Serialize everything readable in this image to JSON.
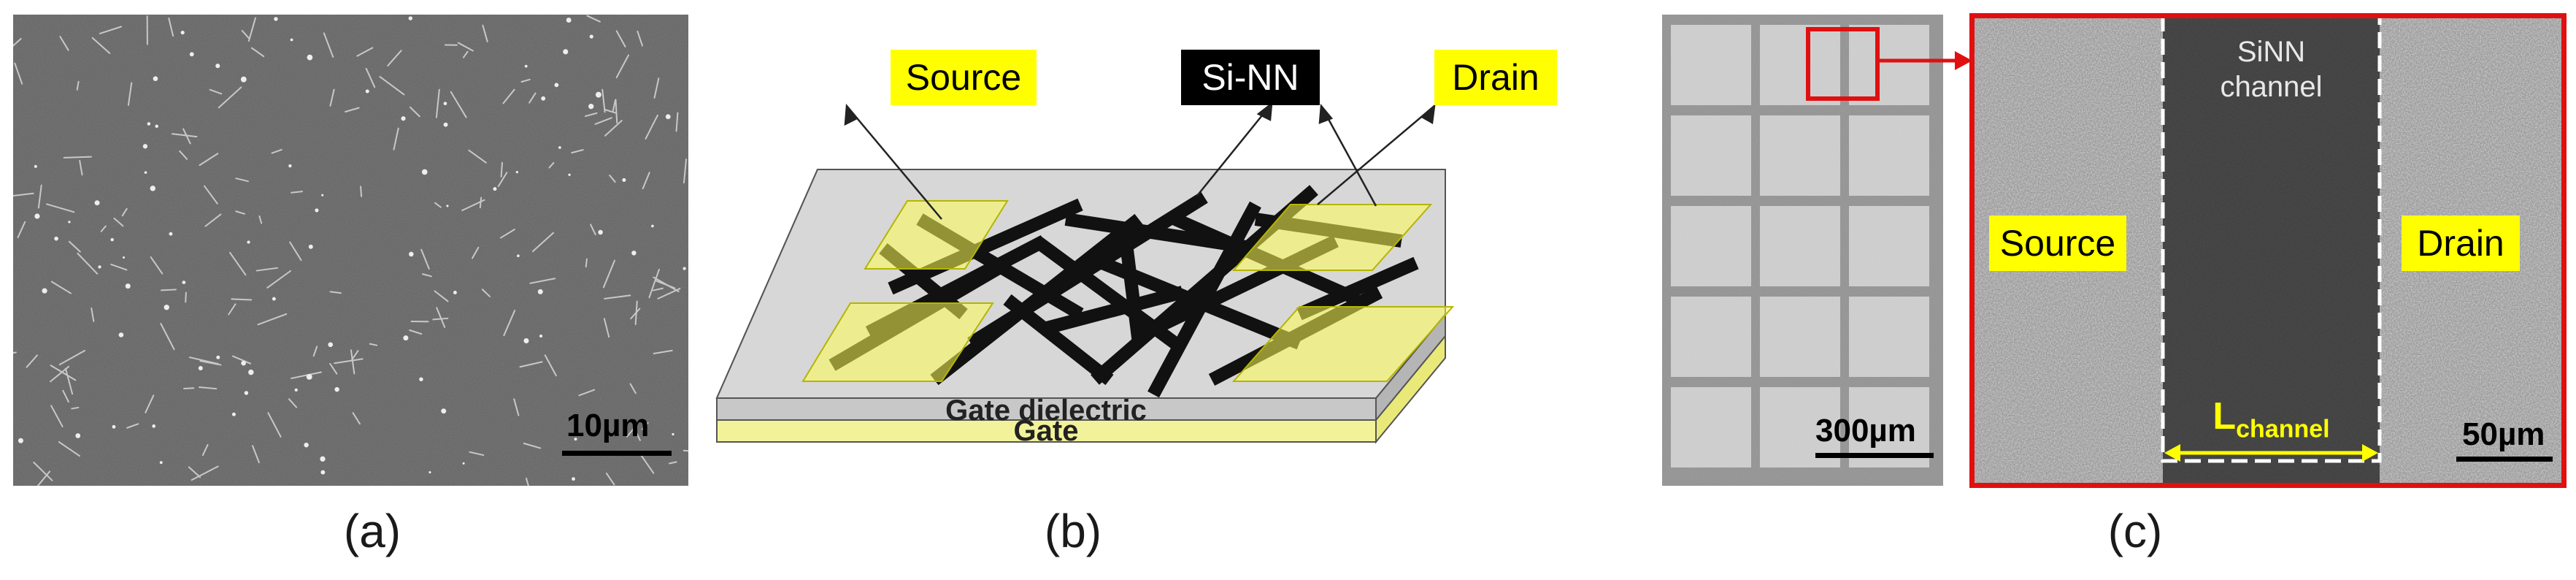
{
  "panel_a": {
    "caption": "(a)",
    "scale_bar": "10µm"
  },
  "panel_b": {
    "caption": "(b)",
    "labels": {
      "source": "Source",
      "nanonet": "Si-NN",
      "drain": "Drain",
      "gate_dielectric": "Gate dielectric",
      "gate": "Gate"
    },
    "colors": {
      "electrode": "#ffff66",
      "nanowire": "#111111",
      "dielectric": "#c8c8c8",
      "gate": "#f2f29a"
    }
  },
  "panel_c": {
    "caption": "(c)",
    "array_scale_bar": "300µm",
    "zoom_scale_bar": "50µm",
    "labels": {
      "source": "Source",
      "drain": "Drain",
      "channel_line1": "SiNN",
      "channel_line2": "channel",
      "channel_length": "L",
      "channel_length_sub": "channel"
    },
    "colors": {
      "highlight_box": "#e01010",
      "length_arrow": "#ffff00"
    }
  }
}
